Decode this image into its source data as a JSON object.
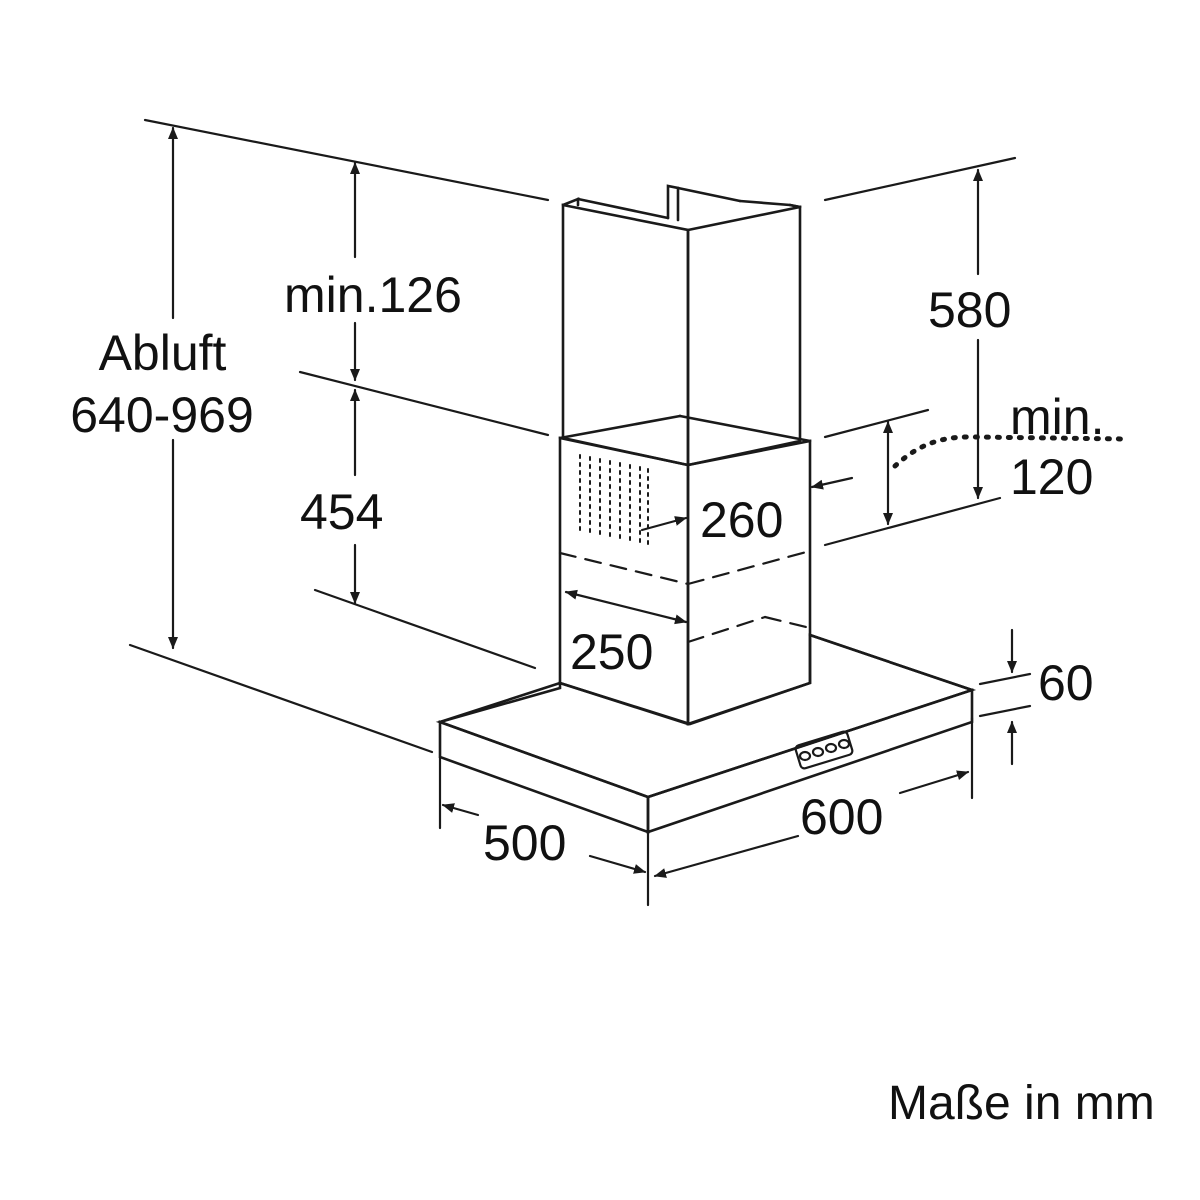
{
  "dimensions": {
    "abluft_label": "Abluft",
    "abluft_range": "640-969",
    "min_upper": "min.126",
    "lower_chimney": "454",
    "duct_width": "260",
    "duct_depth": "250",
    "upper_chimney": "580",
    "min_side_label": "min.",
    "min_side_value": "120",
    "hood_height": "60",
    "hood_depth": "500",
    "hood_width": "600"
  },
  "footer": {
    "units_note": "Maße in mm"
  }
}
